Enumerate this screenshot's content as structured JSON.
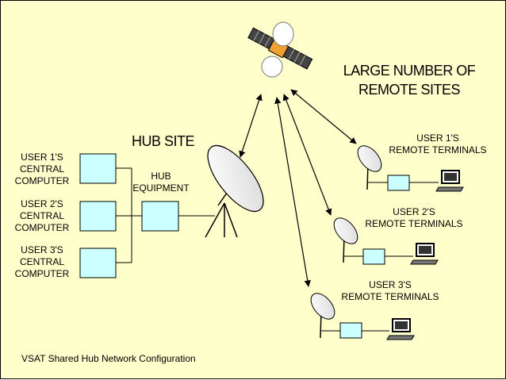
{
  "heading": "LARGE NUMBER OF\nREMOTE SITES",
  "hub": {
    "title": "HUB SITE",
    "equipment_label": "HUB\nEQUIPMENT",
    "computers": [
      "USER 1'S\nCENTRAL\nCOMPUTER",
      "USER 2'S\nCENTRAL\nCOMPUTER",
      "USER 3'S\nCENTRAL\nCOMPUTER"
    ]
  },
  "remotes": [
    "USER 1'S\nREMOTE TERMINALS",
    "USER 2'S\nREMOTE TERMINALS",
    "USER 3'S\nREMOTE TERMINALS"
  ],
  "caption": "VSAT Shared Hub Network Configuration",
  "colors": {
    "background": "#ffffcc",
    "box_fill": "#ccffff",
    "dish_fill": "#ffffff",
    "stroke": "#000000"
  }
}
